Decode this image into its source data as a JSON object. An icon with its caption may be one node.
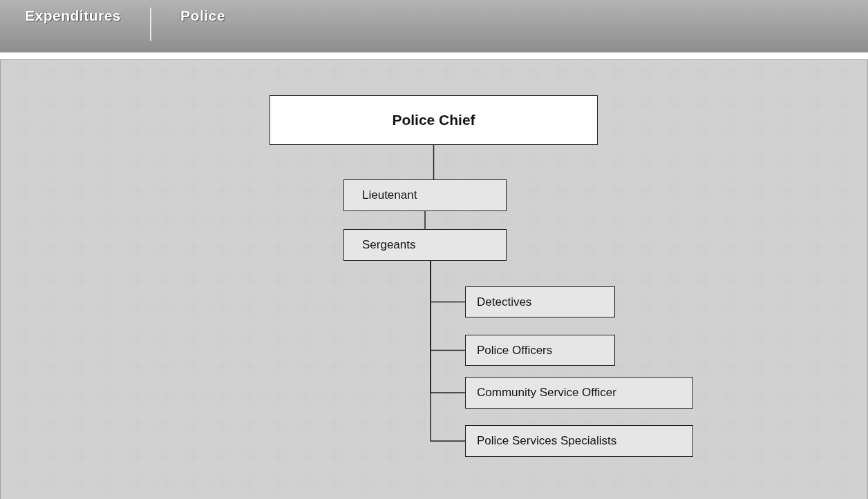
{
  "diagram": {
    "nodes": [
      {
        "text": [
          "Police Chief"
        ]
      },
      {
        "text": [
          "Lieutenant"
        ]
      },
      {
        "text": [
          "Sergeants"
        ]
      },
      {
        "text": [
          "Detectives"
        ]
      },
      {
        "text": [
          "Police Officers"
        ]
      },
      {
        "text": [
          "Community Service Officer"
        ]
      },
      {
        "text": [
          "Police Services Specialists"
        ]
      }
    ],
    "edges": [
      {
        "from": 0,
        "to": 1,
        "arrow": "none"
      },
      {
        "from": 1,
        "to": 2,
        "arrow": "none"
      },
      {
        "from": 2,
        "to": 3,
        "arrow": "none"
      },
      {
        "from": 2,
        "to": 4,
        "arrow": "none"
      },
      {
        "from": 2,
        "to": 5,
        "arrow": "none"
      },
      {
        "from": 2,
        "to": 6,
        "arrow": "none"
      }
    ],
    "labels": [
      "Expenditures",
      "Police"
    ]
  }
}
